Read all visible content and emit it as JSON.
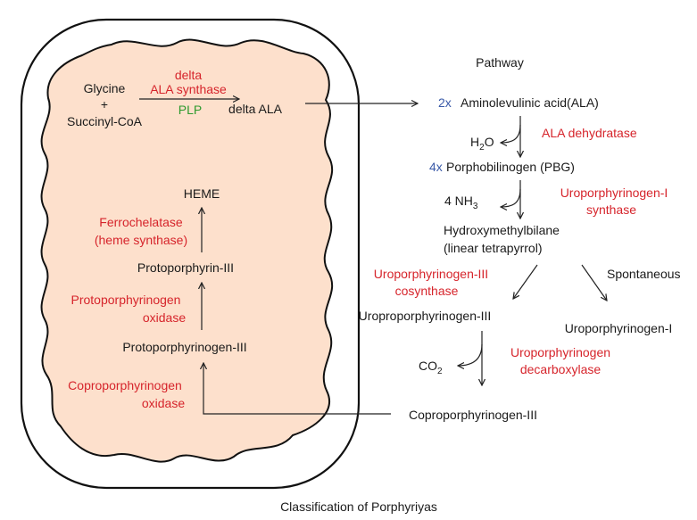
{
  "diagram": {
    "caption": "Classification of Porphyriyas",
    "pathway_title": "Pathway",
    "inside": {
      "glycine": "Glycine",
      "plus": "+",
      "succinyl": "Succinyl-CoA",
      "enzyme_delta": "delta",
      "enzyme_ala_synthase": "ALA synthase",
      "cofactor": "PLP",
      "delta_ala": "delta ALA",
      "heme": "HEME",
      "ferrochelatase_1": "Ferrochelatase",
      "ferrochelatase_2": "(heme synthase)",
      "protoporphyrin": "Protoporphyrin-III",
      "protoporphyrinogen_oxidase_1": "Protoporphyrinogen",
      "protoporphyrinogen_oxidase_2": "oxidase",
      "protoporphyrinogen": "Protoporphyrinogen-III",
      "coproporphyrinogen_oxidase_1": "Coproporphyrinogen",
      "coproporphyrinogen_oxidase_2": "oxidase"
    },
    "outside": {
      "ala_multiplier": "2x",
      "ala": "Aminolevulinic acid(ALA)",
      "water": "H",
      "water_sub": "2",
      "water_tail": "O",
      "ala_dehydratase": "ALA dehydratase",
      "pbg_multiplier": "4x",
      "pbg": "Porphobilinogen (PBG)",
      "ammonia": "4 NH",
      "ammonia_sub": "3",
      "uro1_synthase_1": "Uroporphyrinogen-I",
      "uro1_synthase_2": "synthase",
      "hmb_1": "Hydroxymethylbilane",
      "hmb_2": "(linear tetrapyrrol)",
      "uro3_cosynthase_1": "Uroporphyrinogen-III",
      "uro3_cosynthase_2": "cosynthase",
      "spontaneous": "Spontaneous",
      "uro3": "Uroproporphyrinogen-III",
      "uro1": "Uroporphyrinogen-I",
      "co2": "CO",
      "co2_sub": "2",
      "uro_decarboxylase_1": "Uroporphyrinogen",
      "uro_decarboxylase_2": "decarboxylase",
      "copro3": "Coproporphyrinogen-III"
    },
    "colors": {
      "mito_fill": "#fde0cc",
      "enzyme_red": "#d6242b",
      "cofactor_green": "#2e9a2e",
      "multiplier_blue": "#3a5aa8"
    }
  }
}
